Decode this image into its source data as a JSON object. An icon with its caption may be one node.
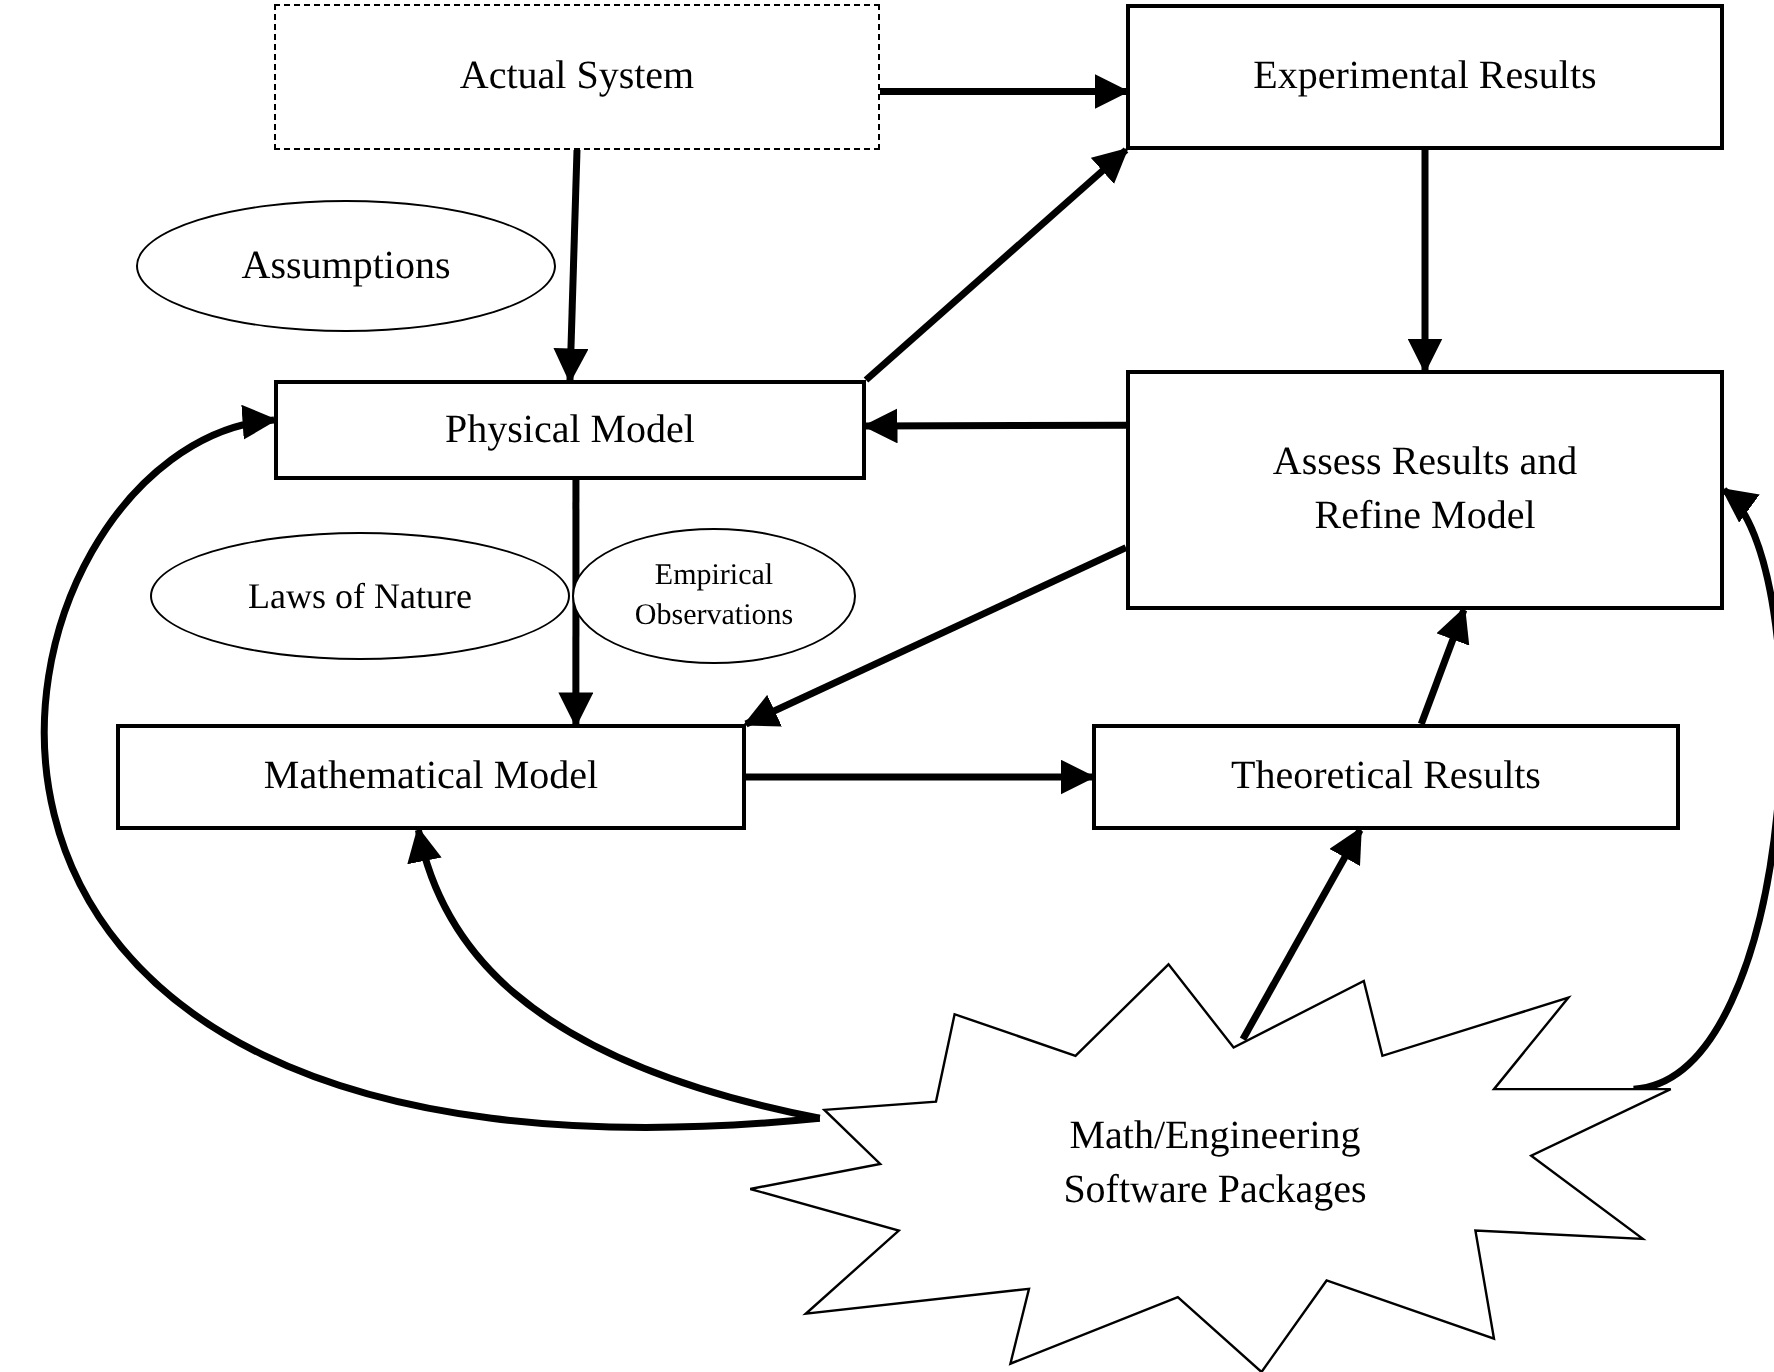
{
  "diagram": {
    "nodes": [
      {
        "text": [
          "Actual System"
        ]
      },
      {
        "text": [
          "Experimental Results"
        ]
      },
      {
        "text": [
          "Assumptions"
        ]
      },
      {
        "text": [
          "Physical Model"
        ]
      },
      {
        "text": [
          "Assess Results and Refine Model"
        ]
      },
      {
        "text": [
          "Laws of Nature"
        ]
      },
      {
        "text": [
          "Empirical Observations"
        ]
      },
      {
        "text": [
          "Mathematical Model"
        ]
      },
      {
        "text": [
          "Theoretical Results"
        ]
      },
      {
        "text": [
          "Math/Engineering Software Packages"
        ]
      }
    ],
    "edges": [
      {
        "from": 0,
        "to": 1,
        "arrow": "to"
      },
      {
        "from": 0,
        "to": 3,
        "arrow": "to"
      },
      {
        "from": 3,
        "to": 1,
        "arrow": "to"
      },
      {
        "from": 1,
        "to": 4,
        "arrow": "to"
      },
      {
        "from": 4,
        "to": 3,
        "arrow": "to"
      },
      {
        "from": 4,
        "to": 7,
        "arrow": "to"
      },
      {
        "from": 3,
        "to": 7,
        "arrow": "to"
      },
      {
        "from": 7,
        "to": 8,
        "arrow": "to"
      },
      {
        "from": 8,
        "to": 4,
        "arrow": "to"
      },
      {
        "from": 9,
        "to": 3,
        "arrow": "to"
      },
      {
        "from": 9,
        "to": 7,
        "arrow": "to"
      },
      {
        "from": 9,
        "to": 8,
        "arrow": "to"
      },
      {
        "from": 9,
        "to": 4,
        "arrow": "to"
      }
    ]
  }
}
